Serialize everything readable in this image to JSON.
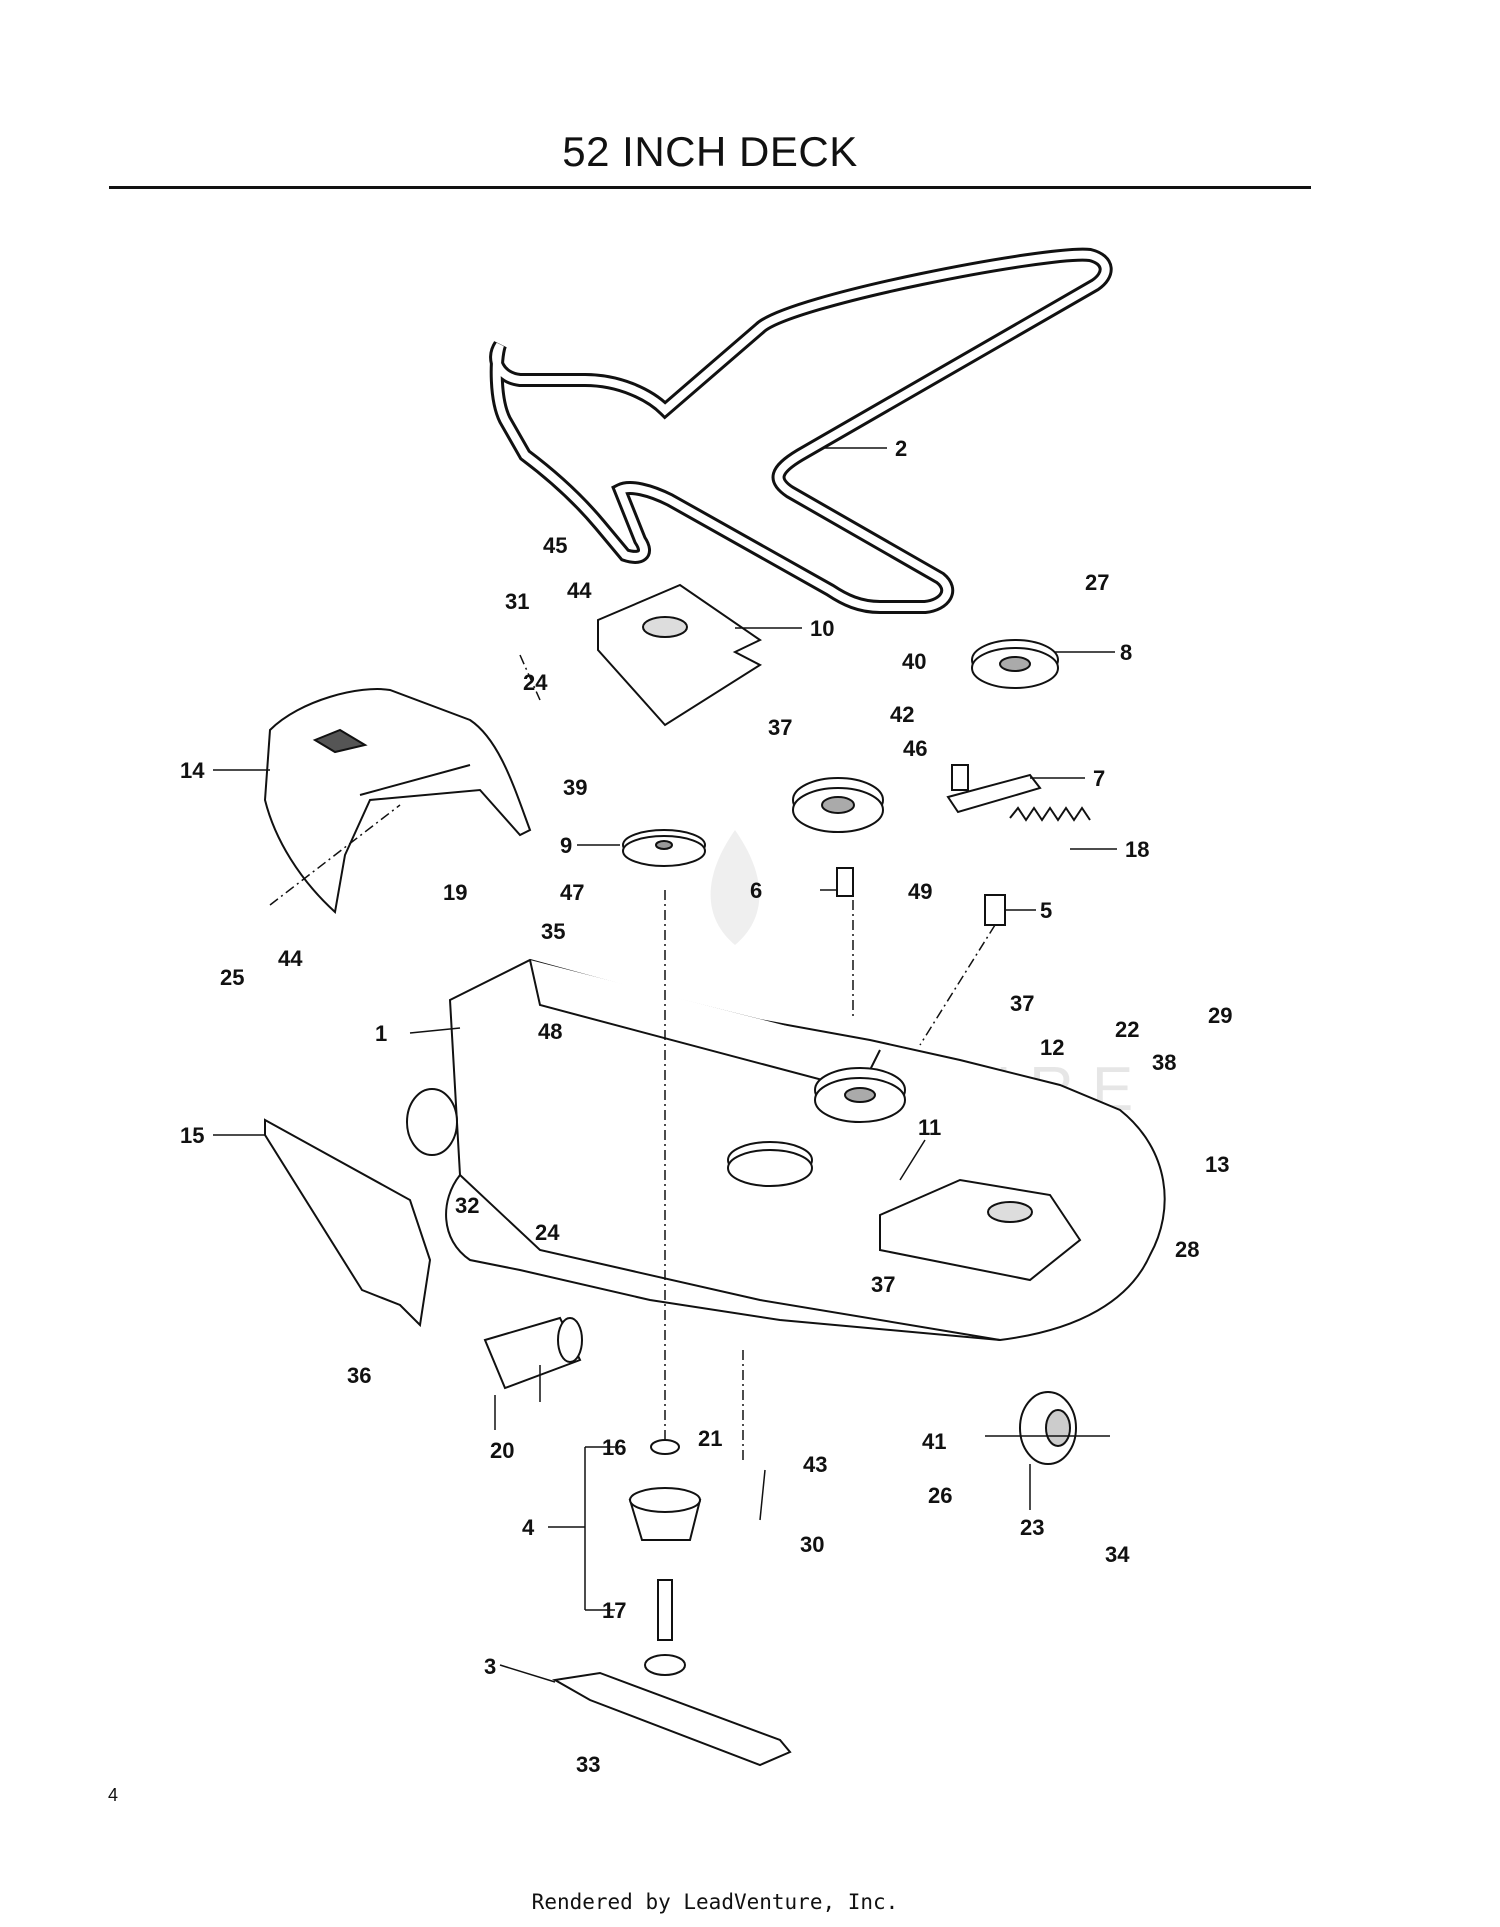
{
  "title": "52 INCH DECK",
  "page_number": "4",
  "footer": "Rendered by LeadVenture, Inc.",
  "watermark": "LEADVENTURE",
  "callouts": [
    "1",
    "2",
    "3",
    "4",
    "5",
    "6",
    "7",
    "8",
    "9",
    "10",
    "11",
    "12",
    "13",
    "14",
    "15",
    "16",
    "17",
    "18",
    "19",
    "20",
    "21",
    "22",
    "23",
    "24",
    "24",
    "25",
    "26",
    "27",
    "28",
    "29",
    "30",
    "31",
    "32",
    "33",
    "34",
    "35",
    "36",
    "37",
    "37",
    "37",
    "38",
    "39",
    "40",
    "41",
    "42",
    "43",
    "44",
    "44",
    "45",
    "46",
    "47",
    "48",
    "49"
  ]
}
